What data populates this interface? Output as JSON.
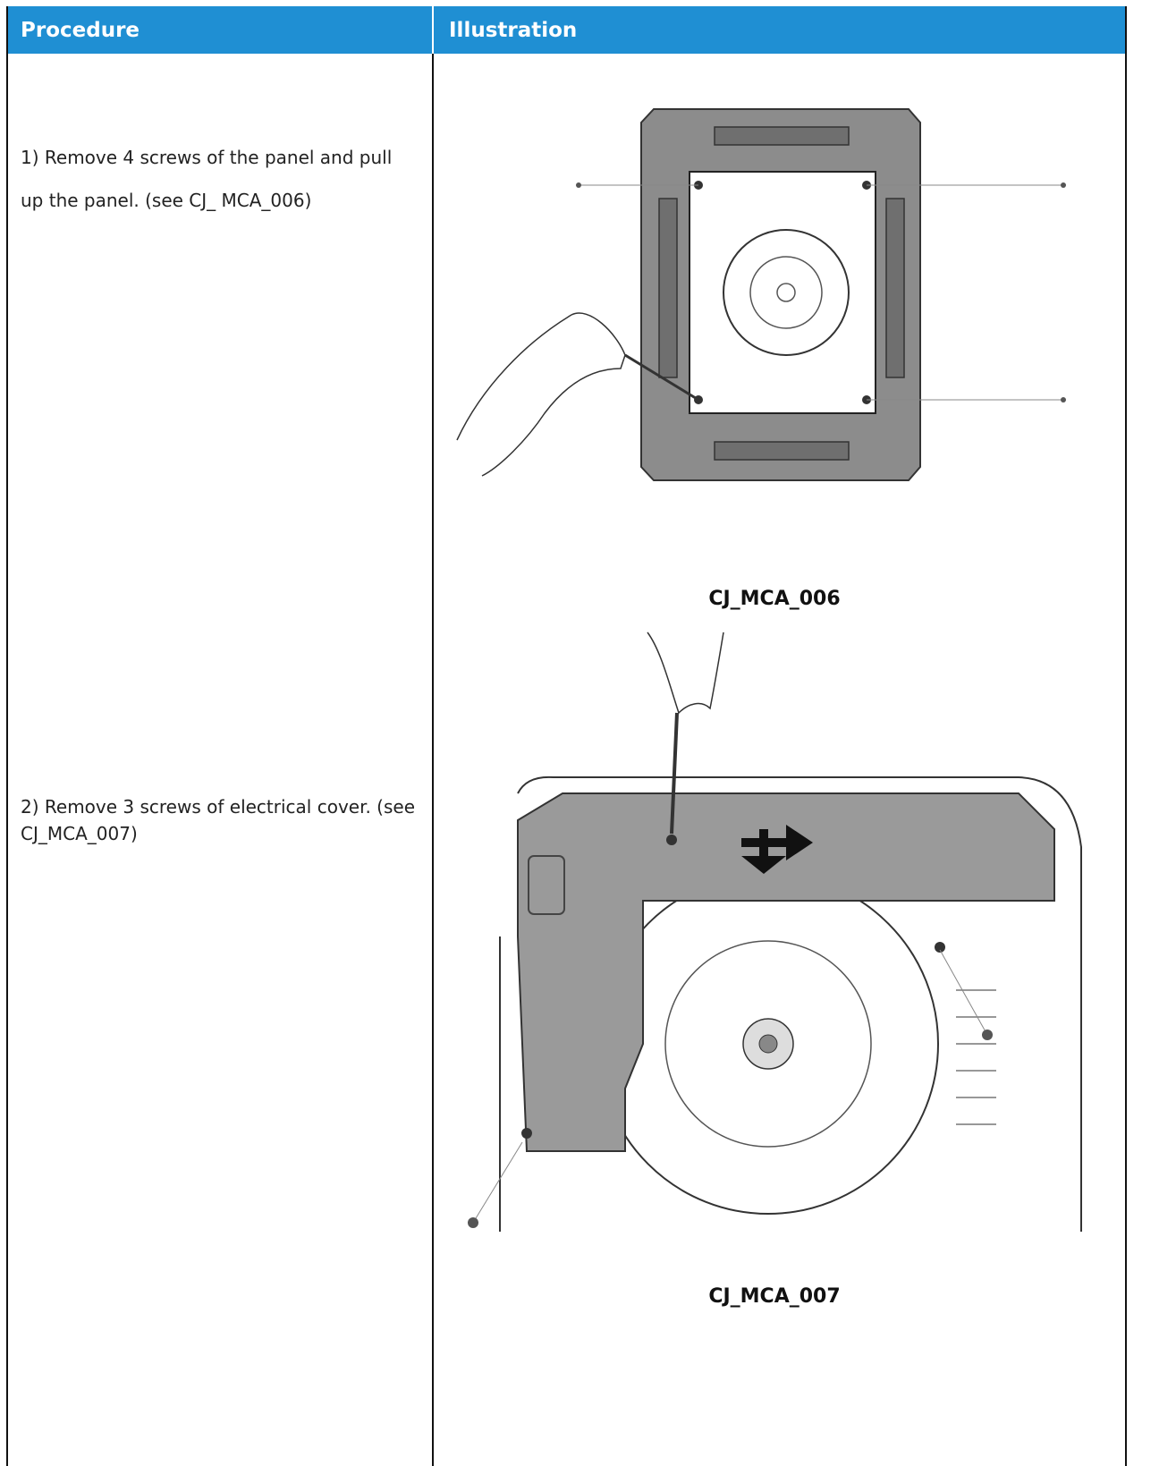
{
  "header": {
    "procedure": "Procedure",
    "illustration": "Illustration"
  },
  "steps": [
    {
      "text": "1) Remove 4 screws of the panel and pull up the panel. (see CJ_ MCA_006)"
    },
    {
      "text": "2)  Remove 3 screws of electrical cover. (see CJ_MCA_007)"
    }
  ],
  "figures": [
    {
      "caption": "CJ_MCA_006",
      "icon": "cassette-panel-screws-illustration"
    },
    {
      "caption": "CJ_MCA_007",
      "icon": "electrical-cover-screws-illustration"
    }
  ],
  "colors": {
    "header_bg": "#1f8fd3",
    "header_text": "#ffffff",
    "panel_gray": "#8c8c8c",
    "cover_gray": "#9a9a9a"
  }
}
